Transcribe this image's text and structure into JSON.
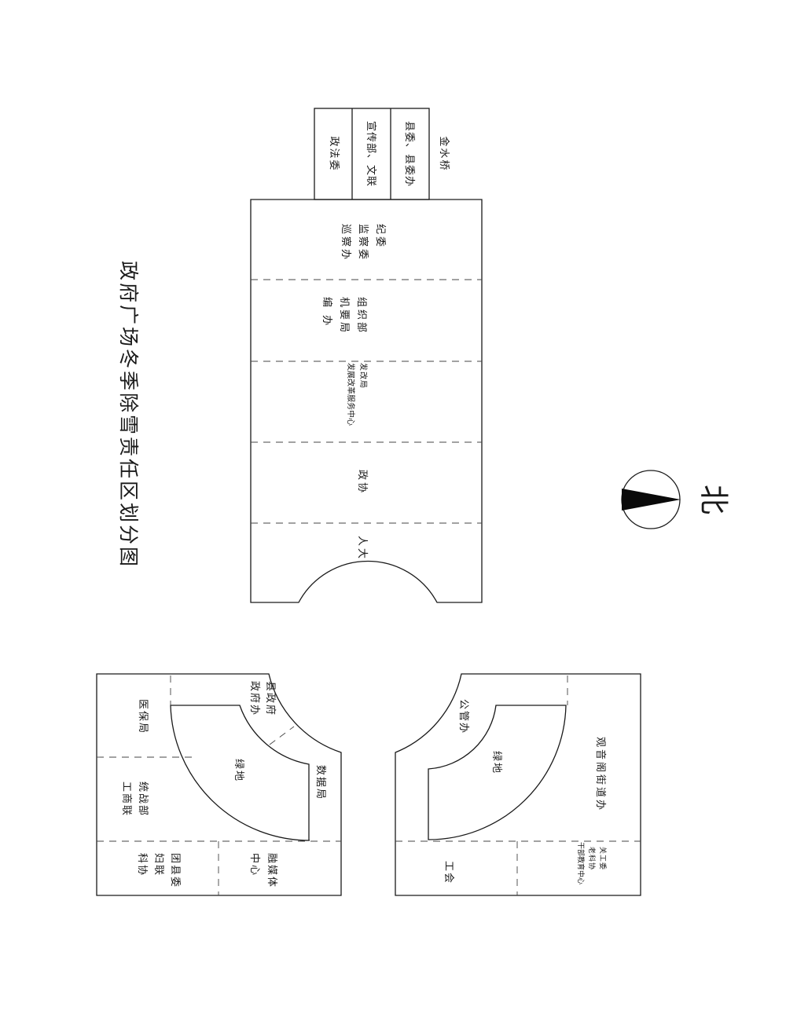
{
  "title": "政府广场冬季除雪责任区划分图",
  "compass": {
    "label": "北"
  },
  "top_strip": {
    "bridge": "金水桥",
    "cells": [
      "县委、县委办",
      "宣传部、文联",
      "政法委"
    ]
  },
  "main_block": {
    "zones": [
      [
        "纪委",
        "监察委",
        "巡察办"
      ],
      [
        "组织部",
        "机要局",
        "编 办"
      ],
      [
        "发改局",
        "发展改革服务中心"
      ],
      [
        "政协"
      ],
      [
        "人大"
      ]
    ]
  },
  "left_block": {
    "curve_label": [
      "县政府",
      "政府办"
    ],
    "green": "绿地",
    "data_bureau": "数据局",
    "medical": "医保局",
    "united_front": [
      "统战部",
      "工商联"
    ],
    "media": [
      "融媒体",
      "中心"
    ],
    "youth": [
      "团县委",
      "妇联",
      "科协"
    ]
  },
  "right_block": {
    "curve_label": "公管办",
    "green": "绿地",
    "street_office": "观音阁街道办",
    "union": "工会",
    "veterans": [
      "关工委",
      "老科协",
      "干部教育中心"
    ]
  }
}
